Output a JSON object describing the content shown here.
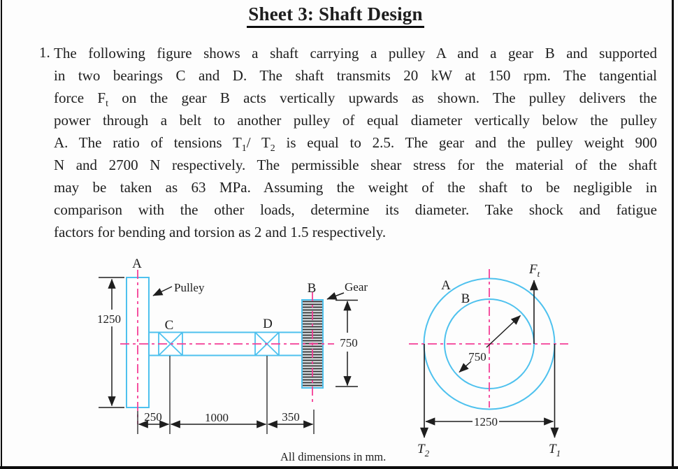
{
  "page": {
    "title": "Sheet 3: Shaft Design",
    "caption": "All dimensions in mm.",
    "colors": {
      "outline": "#4ec1ee",
      "centerline": "#f43f97",
      "ink": "#1e1e1e"
    }
  },
  "problem": {
    "number": "1.",
    "lines": [
      [
        {
          "t": "The following figure shows a shaft carrying a pulley A and a gear B and supported"
        }
      ],
      [
        {
          "t": "in two bearings C and D. The shaft transmits 20 kW at 150 rpm. The tangential"
        }
      ],
      [
        {
          "t": "force F"
        },
        {
          "sub": "t"
        },
        {
          "t": " on the gear B acts vertically upwards as shown. The pulley delivers the"
        }
      ],
      [
        {
          "t": "power through a belt to another pulley of equal diameter vertically below the pulley"
        }
      ],
      [
        {
          "t": "A. The ratio of tensions T"
        },
        {
          "sub": "1"
        },
        {
          "t": "/ T"
        },
        {
          "sub": "2"
        },
        {
          "t": " is equal to 2.5. The gear and the pulley weight 900"
        }
      ],
      [
        {
          "t": "N and 2700 N respectively. The permissible shear stress for the material of the shaft"
        }
      ],
      [
        {
          "t": "may be taken as 63 MPa. Assuming the weight of the shaft to be negligible in"
        }
      ],
      [
        {
          "t": "comparison with the other loads, determine its diameter. Take shock and fatigue"
        }
      ],
      [
        {
          "t": "factors for bending and torsion as 2 and 1.5 respectively."
        }
      ]
    ]
  },
  "figure_shaft": {
    "point_a": "A",
    "point_b": "B",
    "point_c": "C",
    "point_d": "D",
    "pulley_label": "Pulley",
    "gear_label": "Gear",
    "dim_1250": "1250",
    "dim_750": "750",
    "dim_250": "250",
    "dim_1000": "1000",
    "dim_350": "350"
  },
  "figure_pulley": {
    "point_a": "A",
    "point_b": "B",
    "dim_1250": "1250",
    "dim_750": "750",
    "ft": {
      "main": "F",
      "sub": "t"
    },
    "t1": {
      "main": "T",
      "sub": "1"
    },
    "t2": {
      "main": "T",
      "sub": "2"
    }
  }
}
